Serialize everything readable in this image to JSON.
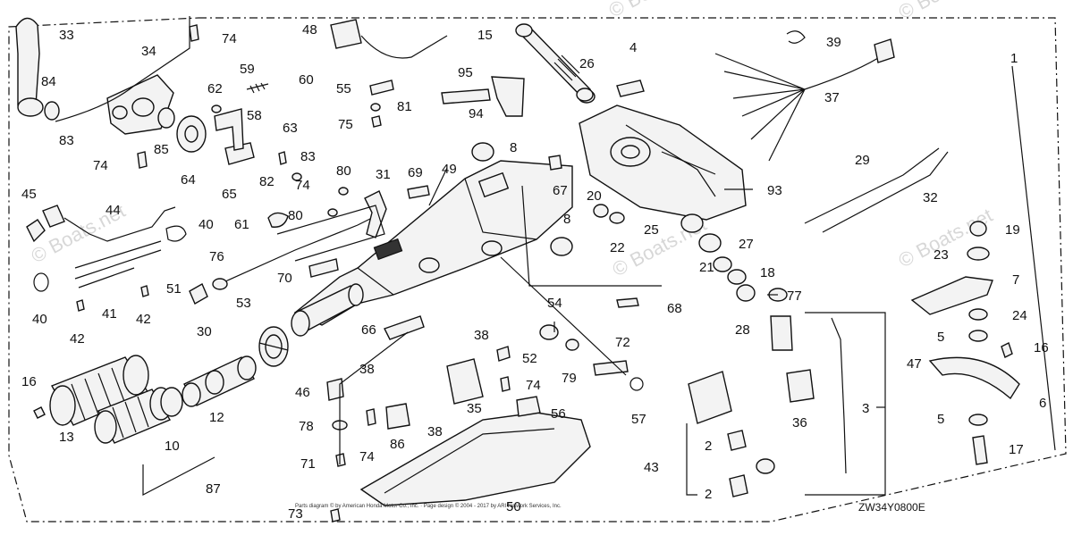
{
  "diagram": {
    "code": "ZW34Y0800E",
    "watermarks": [
      "© Boats.net",
      "© Boats.net",
      "© Boats.net",
      "© Boats.net",
      "© Boats.net",
      "© Boats.net"
    ],
    "copyright": "Parts diagram © by American Honda Motor Co., Inc. · Page design © 2004 - 2017 by ARI Network Services, Inc.",
    "callouts": [
      "1",
      "2",
      "2",
      "3",
      "4",
      "5",
      "5",
      "6",
      "7",
      "8",
      "8",
      "10",
      "12",
      "13",
      "15",
      "16",
      "16",
      "17",
      "18",
      "19",
      "20",
      "21",
      "22",
      "23",
      "24",
      "25",
      "26",
      "27",
      "28",
      "29",
      "30",
      "31",
      "32",
      "33",
      "34",
      "35",
      "36",
      "37",
      "38",
      "38",
      "38",
      "39",
      "40",
      "40",
      "41",
      "42",
      "42",
      "43",
      "44",
      "45",
      "46",
      "47",
      "48",
      "49",
      "50",
      "51",
      "52",
      "53",
      "54",
      "55",
      "56",
      "57",
      "58",
      "59",
      "60",
      "61",
      "62",
      "63",
      "64",
      "65",
      "66",
      "67",
      "68",
      "69",
      "70",
      "71",
      "72",
      "73",
      "74",
      "74",
      "74",
      "74",
      "74",
      "75",
      "76",
      "77",
      "78",
      "79",
      "80",
      "80",
      "81",
      "82",
      "83",
      "83",
      "84",
      "85",
      "86",
      "87",
      "93",
      "94",
      "95"
    ]
  }
}
